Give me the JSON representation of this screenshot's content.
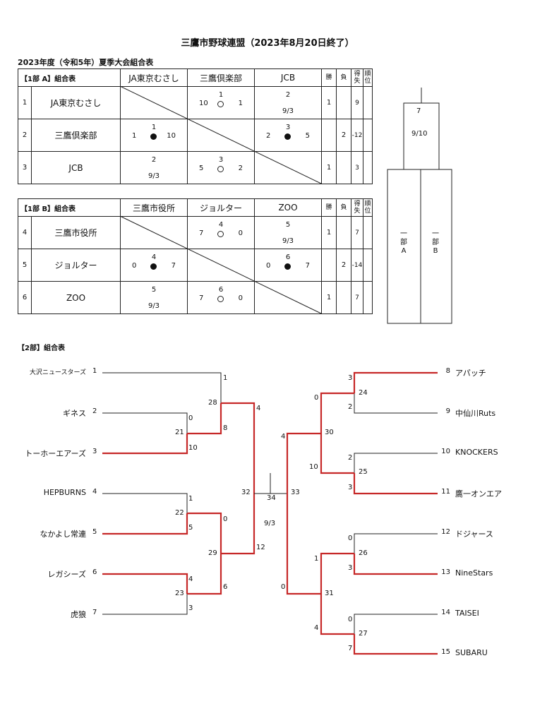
{
  "title": "三鷹市野球連盟（2023年8月20日終了）",
  "subtitle": "2023年度（令和5年）夏季大会組合表",
  "division1": {
    "col_headers": {
      "win": "勝",
      "loss": "負",
      "diff": "得失",
      "rank": "順位"
    },
    "groupA": {
      "header": "【1部 A】組合表",
      "teams": [
        "JA東京むさし",
        "三鷹倶楽部",
        "JCB"
      ],
      "rows": [
        {
          "no": "1",
          "name": "JA東京むさし",
          "cells": [
            null,
            {
              "top": "1",
              "left": "10",
              "right": "1",
              "mark": "win"
            },
            {
              "top": "2",
              "bottom": "9/3"
            }
          ],
          "win": "1",
          "loss": "",
          "diff": "9",
          "rank": ""
        },
        {
          "no": "2",
          "name": "三鷹倶楽部",
          "cells": [
            {
              "top": "1",
              "left": "1",
              "right": "10",
              "mark": "loss"
            },
            null,
            {
              "top": "3",
              "left": "2",
              "right": "5",
              "mark": "loss"
            }
          ],
          "win": "",
          "loss": "2",
          "diff": "-12",
          "rank": ""
        },
        {
          "no": "3",
          "name": "JCB",
          "cells": [
            {
              "top": "2",
              "bottom": "9/3"
            },
            {
              "top": "3",
              "left": "5",
              "right": "2",
              "mark": "win"
            },
            null
          ],
          "win": "1",
          "loss": "",
          "diff": "3",
          "rank": ""
        }
      ]
    },
    "groupB": {
      "header": "【1部 B】組合表",
      "teams": [
        "三鷹市役所",
        "ジョルター",
        "ZOO"
      ],
      "rows": [
        {
          "no": "4",
          "name": "三鷹市役所",
          "cells": [
            null,
            {
              "top": "4",
              "left": "7",
              "right": "0",
              "mark": "win"
            },
            {
              "top": "5",
              "bottom": "9/3"
            }
          ],
          "win": "1",
          "loss": "",
          "diff": "7",
          "rank": ""
        },
        {
          "no": "5",
          "name": "ジョルター",
          "cells": [
            {
              "top": "4",
              "left": "0",
              "right": "7",
              "mark": "loss"
            },
            null,
            {
              "top": "6",
              "left": "0",
              "right": "7",
              "mark": "loss"
            }
          ],
          "win": "",
          "loss": "2",
          "diff": "-14",
          "rank": ""
        },
        {
          "no": "6",
          "name": "ZOO",
          "cells": [
            {
              "top": "5",
              "bottom": "9/3"
            },
            {
              "top": "6",
              "left": "7",
              "right": "0",
              "mark": "win"
            },
            null
          ],
          "win": "1",
          "loss": "",
          "diff": "7",
          "rank": ""
        }
      ]
    },
    "final": {
      "game_no": "7",
      "date": "9/10",
      "left": "一\n部\nA",
      "right": "一\n部\nB"
    }
  },
  "division2": {
    "header": "【2部】組合表",
    "left_teams": [
      {
        "no": "1",
        "name": "大沢ニュースターズ"
      },
      {
        "no": "2",
        "name": "ギネス"
      },
      {
        "no": "3",
        "name": "トーホーエアーズ"
      },
      {
        "no": "4",
        "name": "HEPBURNS"
      },
      {
        "no": "5",
        "name": "なかよし常連"
      },
      {
        "no": "6",
        "name": "レガシーズ"
      },
      {
        "no": "7",
        "name": "虎狼"
      }
    ],
    "right_teams": [
      {
        "no": "8",
        "name": "アパッチ"
      },
      {
        "no": "9",
        "name": "中仙川Ruts"
      },
      {
        "no": "10",
        "name": "KNOCKERS"
      },
      {
        "no": "11",
        "name": "鷹一オンエア"
      },
      {
        "no": "12",
        "name": "ドジャース"
      },
      {
        "no": "13",
        "name": "NineStars"
      },
      {
        "no": "14",
        "name": "TAISEI"
      },
      {
        "no": "15",
        "name": "SUBARU"
      }
    ],
    "scores": {
      "g21": "21",
      "g21_top": "0",
      "g21_bot": "10",
      "g22": "22",
      "g22_top": "1",
      "g22_bot": "5",
      "g23": "23",
      "g23_top": "4",
      "g23_bot": "3",
      "g28": "28",
      "g28_top": "1",
      "g28_bot": "8",
      "g29": "29",
      "g29_top": "0",
      "g29_bot": "6",
      "g32": "32",
      "g32_top": "4",
      "g32_bot": "12",
      "g24": "24",
      "g24_top": "3",
      "g24_bot": "2",
      "g25": "25",
      "g25_top": "2",
      "g25_bot": "3",
      "g26": "26",
      "g26_top": "0",
      "g26_bot": "3",
      "g27": "27",
      "g27_top": "0",
      "g27_bot": "7",
      "g30": "30",
      "g30_top": "0",
      "g30_bot": "10",
      "g31": "31",
      "g31_top": "1",
      "g31_bot": "4",
      "g33": "33",
      "g33_top": "4",
      "g33_bot": "0",
      "final": "34",
      "final_date": "9/3"
    },
    "colors": {
      "winner_line": "#c62828",
      "line": "#222222"
    }
  }
}
